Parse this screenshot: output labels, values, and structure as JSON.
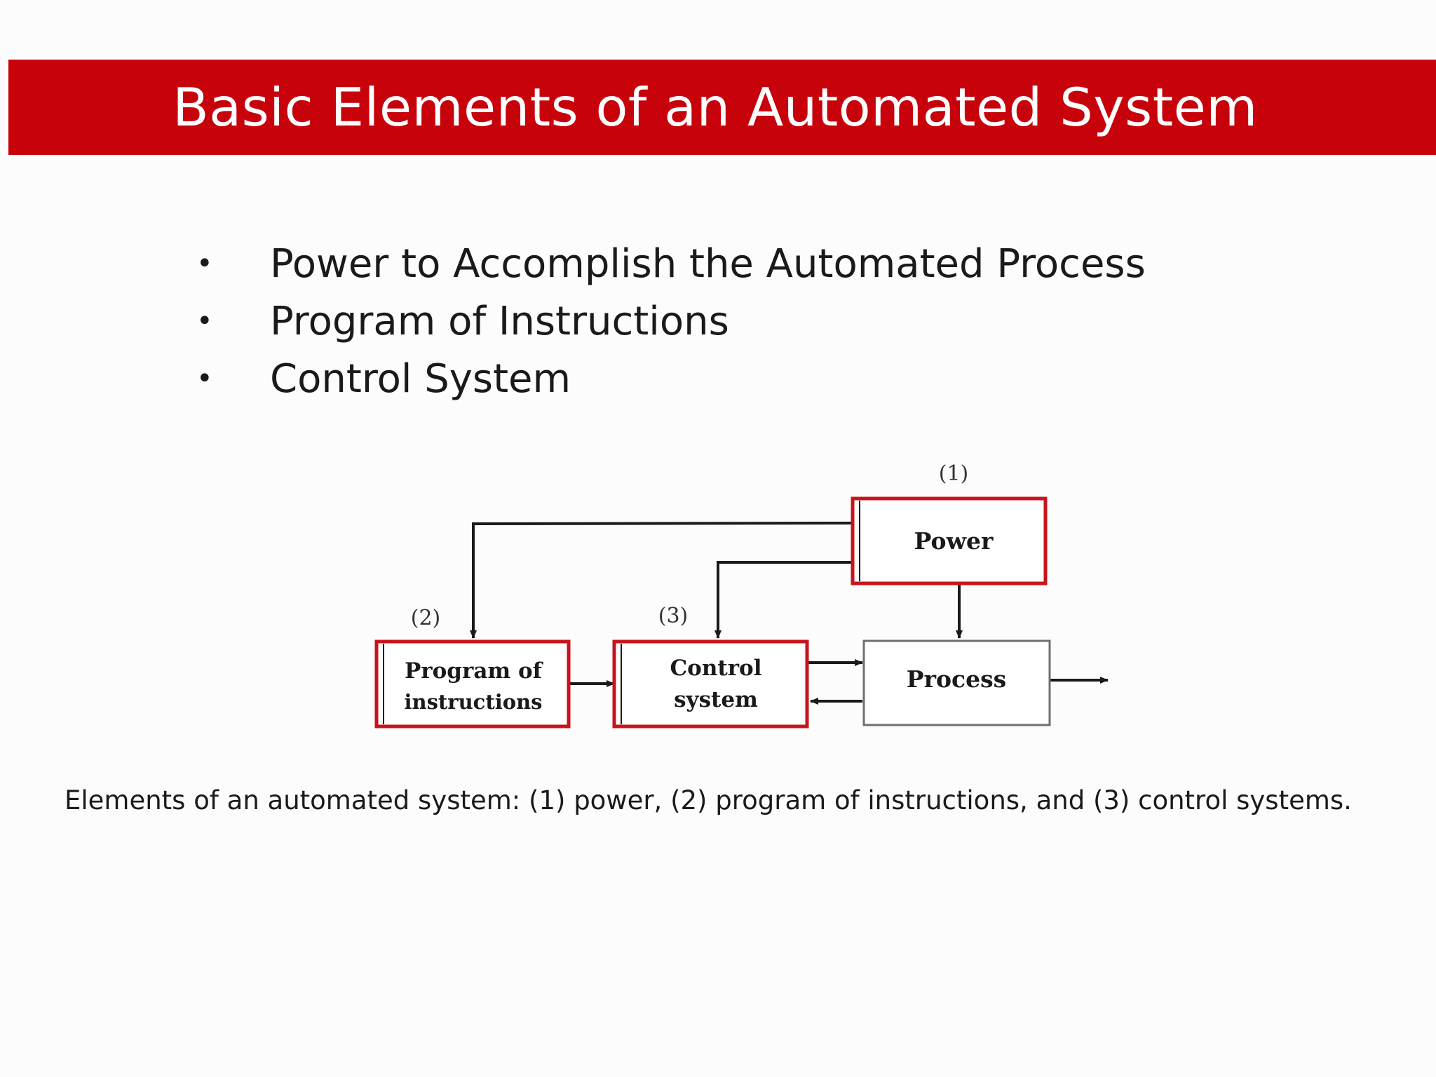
{
  "title": "Basic Elements of an Automated System",
  "bullets": [
    "Power to Accomplish the Automated Process",
    "Program of Instructions",
    "Control System"
  ],
  "bullet_marker": "•",
  "diagram": {
    "power": {
      "number": "(1)",
      "label": "Power"
    },
    "program": {
      "number": "(2)",
      "label_line1": "Program of",
      "label_line2": "instructions"
    },
    "control": {
      "number": "(3)",
      "label_line1": "Control",
      "label_line2": "system"
    },
    "process": {
      "label": "Process"
    },
    "highlight_color": "#c7141c"
  },
  "caption": "Elements of an automated system: (1) power, (2) program of instructions, and (3) control systems."
}
